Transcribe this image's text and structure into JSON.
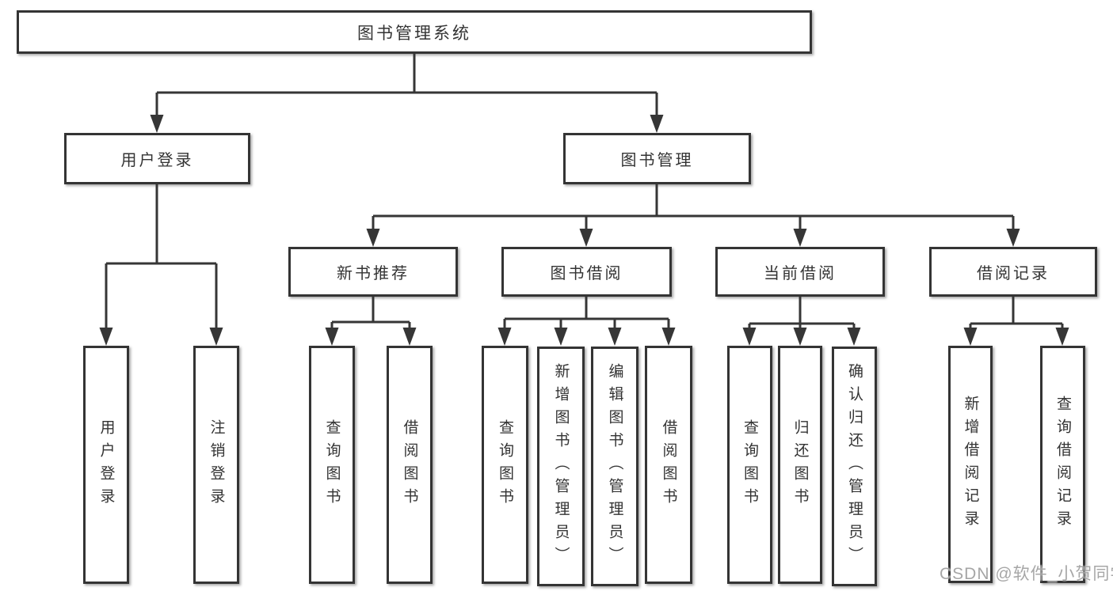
{
  "colors": {
    "line": "#363636",
    "box_border": "#343434",
    "box_fill": "#ffffff",
    "text": "#333333",
    "watermark": "#9e9e9e",
    "background": "#ffffff"
  },
  "diagram": {
    "root": {
      "label": "图书管理系统"
    },
    "branches": [
      {
        "label": "用户登录",
        "children": [
          {
            "label": "用户登录"
          },
          {
            "label": "注销登录"
          }
        ]
      },
      {
        "label": "图书管理",
        "children": [
          {
            "label": "新书推荐",
            "children": [
              {
                "label": "查询图书"
              },
              {
                "label": "借阅图书"
              }
            ]
          },
          {
            "label": "图书借阅",
            "children": [
              {
                "label": "查询图书"
              },
              {
                "label": "新增图书（管理员）"
              },
              {
                "label": "编辑图书（管理员）"
              },
              {
                "label": "借阅图书"
              }
            ]
          },
          {
            "label": "当前借阅",
            "children": [
              {
                "label": "查询图书"
              },
              {
                "label": "归还图书"
              },
              {
                "label": "确认归还（管理员）"
              }
            ]
          },
          {
            "label": "借阅记录",
            "children": [
              {
                "label": "新增借阅记录"
              },
              {
                "label": "查询借阅记录"
              }
            ]
          }
        ]
      }
    ]
  },
  "watermark": {
    "text": "CSDN @软件_小贺同学"
  }
}
